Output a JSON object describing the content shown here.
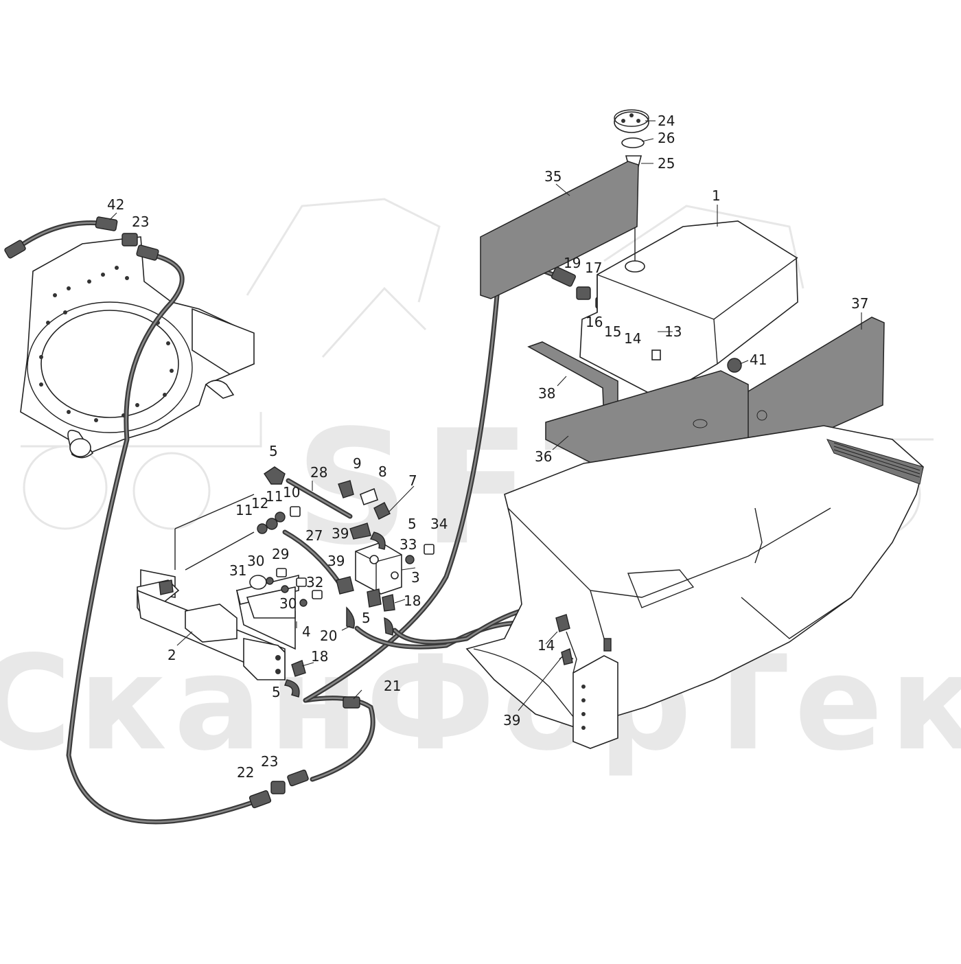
{
  "watermark": {
    "logo_text": "SFT",
    "brand_text": "СканФорТек"
  },
  "callouts": [
    {
      "id": "c24",
      "text": "24"
    },
    {
      "id": "c26",
      "text": "26"
    },
    {
      "id": "c25",
      "text": "25"
    },
    {
      "id": "c35",
      "text": "35"
    },
    {
      "id": "c1",
      "text": "1"
    },
    {
      "id": "c42",
      "text": "42"
    },
    {
      "id": "c23a",
      "text": "23"
    },
    {
      "id": "c19",
      "text": "19"
    },
    {
      "id": "c17",
      "text": "17"
    },
    {
      "id": "c37",
      "text": "37"
    },
    {
      "id": "c16",
      "text": "16"
    },
    {
      "id": "c15",
      "text": "15"
    },
    {
      "id": "c14a",
      "text": "14"
    },
    {
      "id": "c13",
      "text": "13"
    },
    {
      "id": "c41",
      "text": "41"
    },
    {
      "id": "c38",
      "text": "38"
    },
    {
      "id": "c36",
      "text": "36"
    },
    {
      "id": "c5a",
      "text": "5"
    },
    {
      "id": "c28",
      "text": "28"
    },
    {
      "id": "c9",
      "text": "9"
    },
    {
      "id": "c8",
      "text": "8"
    },
    {
      "id": "c7",
      "text": "7"
    },
    {
      "id": "c11a",
      "text": "11"
    },
    {
      "id": "c12",
      "text": "12"
    },
    {
      "id": "c11b",
      "text": "11"
    },
    {
      "id": "c10",
      "text": "10"
    },
    {
      "id": "c39a",
      "text": "39"
    },
    {
      "id": "c5b",
      "text": "5"
    },
    {
      "id": "c34",
      "text": "34"
    },
    {
      "id": "c27",
      "text": "27"
    },
    {
      "id": "c33",
      "text": "33"
    },
    {
      "id": "c30a",
      "text": "30"
    },
    {
      "id": "c29",
      "text": "29"
    },
    {
      "id": "c31",
      "text": "31"
    },
    {
      "id": "c39b",
      "text": "39"
    },
    {
      "id": "c3",
      "text": "3"
    },
    {
      "id": "c32",
      "text": "32"
    },
    {
      "id": "c30b",
      "text": "30"
    },
    {
      "id": "c18a",
      "text": "18"
    },
    {
      "id": "c5c",
      "text": "5"
    },
    {
      "id": "c4",
      "text": "4"
    },
    {
      "id": "c20",
      "text": "20"
    },
    {
      "id": "c2",
      "text": "2"
    },
    {
      "id": "c14b",
      "text": "14"
    },
    {
      "id": "c18b",
      "text": "18"
    },
    {
      "id": "c21",
      "text": "21"
    },
    {
      "id": "c5d",
      "text": "5"
    },
    {
      "id": "c39c",
      "text": "39"
    },
    {
      "id": "c23b",
      "text": "23"
    },
    {
      "id": "c22",
      "text": "22"
    }
  ]
}
